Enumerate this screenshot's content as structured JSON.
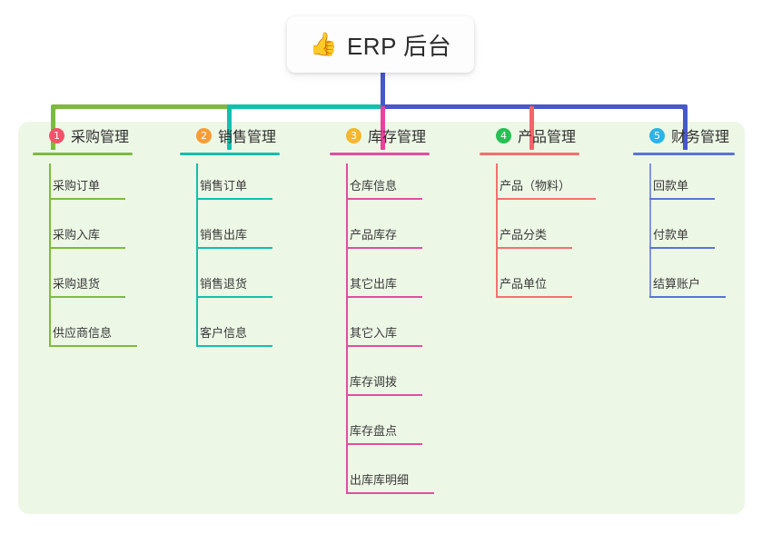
{
  "diagram": {
    "title": "ERP 后台",
    "title_icon": "thumbs-up-emoji",
    "title_emoji": "👍",
    "panel_background": "#edf7e6",
    "trunk_color": "#4758c9"
  },
  "columns": [
    {
      "index": "1",
      "title": "采购管理",
      "badge_color": "#f4526a",
      "rule_color": "#7cbb3f",
      "connector_color": "#7cbb3f",
      "items": [
        {
          "label": "采购订单",
          "rule_width": 84
        },
        {
          "label": "采购入库",
          "rule_width": 84
        },
        {
          "label": "采购退货",
          "rule_width": 84
        },
        {
          "label": "供应商信息",
          "rule_width": 97
        }
      ]
    },
    {
      "index": "2",
      "title": "销售管理",
      "badge_color": "#f99c35",
      "rule_color": "#13bfae",
      "connector_color": "#13bfae",
      "items": [
        {
          "label": "销售订单",
          "rule_width": 84
        },
        {
          "label": "销售出库",
          "rule_width": 84
        },
        {
          "label": "销售退货",
          "rule_width": 84
        },
        {
          "label": "客户信息",
          "rule_width": 84
        }
      ]
    },
    {
      "index": "3",
      "title": "库存管理",
      "badge_color": "#f5b731",
      "rule_color": "#e04fa0",
      "connector_color": "#e04fa0",
      "items": [
        {
          "label": "仓库信息",
          "rule_width": 84
        },
        {
          "label": "产品库存",
          "rule_width": 84
        },
        {
          "label": "其它出库",
          "rule_width": 84
        },
        {
          "label": "其它入库",
          "rule_width": 84
        },
        {
          "label": "库存调拨",
          "rule_width": 84
        },
        {
          "label": "库存盘点",
          "rule_width": 84
        },
        {
          "label": "出库库明细",
          "rule_width": 97
        }
      ]
    },
    {
      "index": "4",
      "title": "产品管理",
      "badge_color": "#28bf54",
      "rule_color": "#f4706e",
      "connector_color": "#f4706e",
      "items": [
        {
          "label": "产品（物料）",
          "rule_width": 110
        },
        {
          "label": "产品分类",
          "rule_width": 84
        },
        {
          "label": "产品单位",
          "rule_width": 84
        }
      ]
    },
    {
      "index": "5",
      "title": "财务管理",
      "badge_color": "#2db3e8",
      "rule_color": "#5a74d8",
      "connector_color": "#7f97e0",
      "items": [
        {
          "label": "回款单",
          "rule_width": 72
        },
        {
          "label": "付款单",
          "rule_width": 72
        },
        {
          "label": "结算账户",
          "rule_width": 84
        }
      ]
    }
  ]
}
